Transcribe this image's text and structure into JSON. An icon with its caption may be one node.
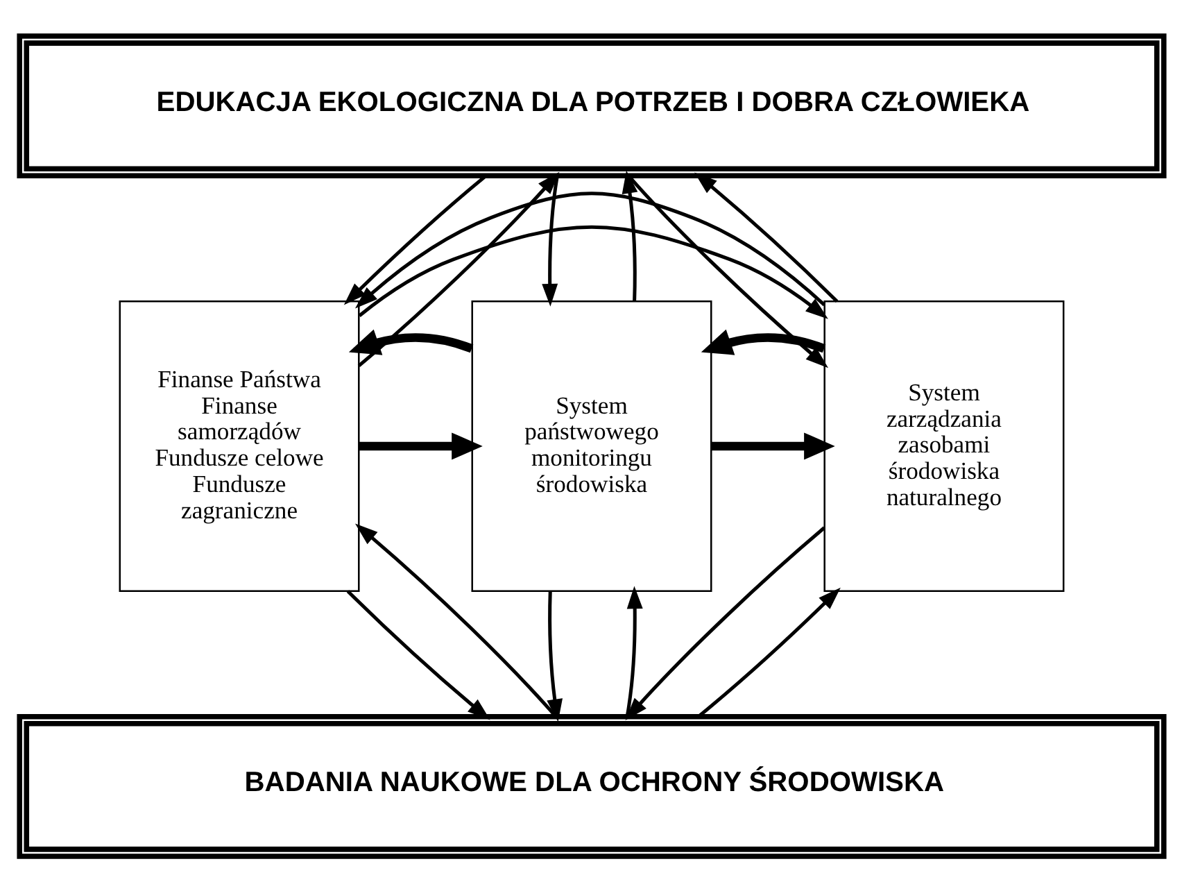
{
  "diagram": {
    "nodes": [
      {
        "text": [
          "EDUKACJA EKOLOGICZNA DLA POTRZEB I DOBRA CZŁOWIEKA"
        ]
      },
      {
        "text": [
          "Finanse Państwa Finanse samorządów Fundusze celowe Fundusze zagraniczne"
        ]
      },
      {
        "text": [
          "System państwowego monitoringu środowiska"
        ]
      },
      {
        "text": [
          "System zarządzania zasobami środowiska naturalnego"
        ]
      },
      {
        "text": [
          "BADANIA NAUKOWE DLA OCHRONY ŚRODOWISKA"
        ]
      }
    ],
    "edges": [
      {
        "from": 0,
        "to": 1,
        "arrow": "to"
      },
      {
        "from": 1,
        "to": 0,
        "arrow": "to"
      },
      {
        "from": 0,
        "to": 2,
        "arrow": "to"
      },
      {
        "from": 2,
        "to": 0,
        "arrow": "to"
      },
      {
        "from": 0,
        "to": 3,
        "arrow": "to"
      },
      {
        "from": 3,
        "to": 0,
        "arrow": "to"
      },
      {
        "from": 1,
        "to": 3,
        "arrow": "to"
      },
      {
        "from": 1,
        "to": 2,
        "arrow": "to",
        "style": "thick"
      },
      {
        "from": 2,
        "to": 1,
        "arrow": "to",
        "style": "thick"
      },
      {
        "from": 2,
        "to": 3,
        "arrow": "to",
        "style": "thick"
      },
      {
        "from": 3,
        "to": 2,
        "arrow": "to",
        "style": "thick"
      },
      {
        "from": 3,
        "to": 1,
        "arrow": "to"
      },
      {
        "from": 1,
        "to": 4,
        "arrow": "to"
      },
      {
        "from": 4,
        "to": 1,
        "arrow": "to"
      },
      {
        "from": 2,
        "to": 4,
        "arrow": "to"
      },
      {
        "from": 4,
        "to": 2,
        "arrow": "to"
      },
      {
        "from": 3,
        "to": 4,
        "arrow": "to"
      },
      {
        "from": 4,
        "to": 3,
        "arrow": "to"
      }
    ]
  }
}
